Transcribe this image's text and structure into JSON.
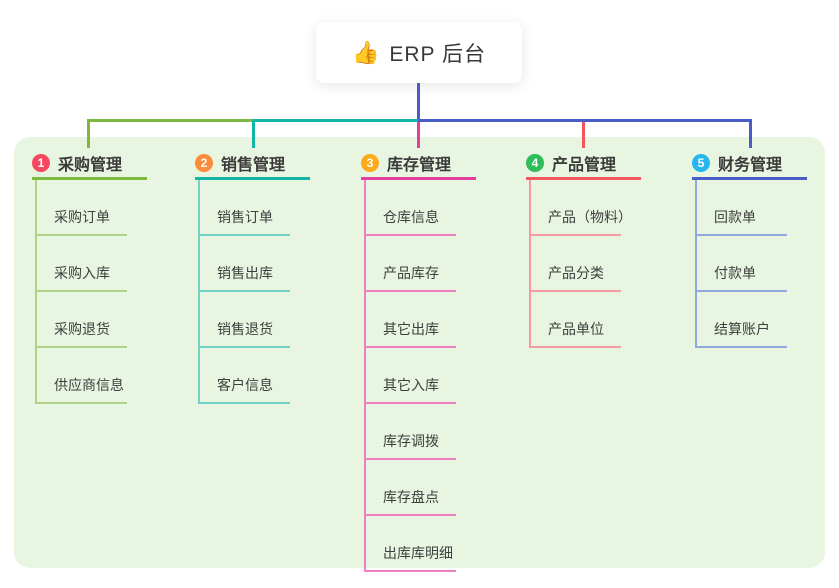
{
  "root": {
    "icon": "👍",
    "title": "ERP 后台"
  },
  "panel_color": "#e8f6e1",
  "stem_color": "#4a5dc7",
  "branches": [
    {
      "badge": "1",
      "title": "采购管理",
      "badge_color": "#f5475f",
      "line_color": "#7cb93e",
      "child_line_color": "#aed387",
      "children": [
        "采购订单",
        "采购入库",
        "采购退货",
        "供应商信息"
      ]
    },
    {
      "badge": "2",
      "title": "销售管理",
      "badge_color": "#fa8c3c",
      "line_color": "#13b5a6",
      "child_line_color": "#72d2c5",
      "children": [
        "销售订单",
        "销售出库",
        "销售退货",
        "客户信息"
      ]
    },
    {
      "badge": "3",
      "title": "库存管理",
      "badge_color": "#fbab1c",
      "line_color": "#e23f9f",
      "child_line_color": "#f07fc0",
      "children": [
        "仓库信息",
        "产品库存",
        "其它出库",
        "其它入库",
        "库存调拨",
        "库存盘点",
        "出库库明细"
      ]
    },
    {
      "badge": "4",
      "title": "产品管理",
      "badge_color": "#2ebd59",
      "line_color": "#f2575f",
      "child_line_color": "#f79aa0",
      "children": [
        "产品（物料）",
        "产品分类",
        "产品单位"
      ]
    },
    {
      "badge": "5",
      "title": "财务管理",
      "badge_color": "#28b6ef",
      "line_color": "#4a5dc7",
      "child_line_color": "#8fa9dd",
      "children": [
        "回款单",
        "付款单",
        "结算账户"
      ]
    }
  ]
}
